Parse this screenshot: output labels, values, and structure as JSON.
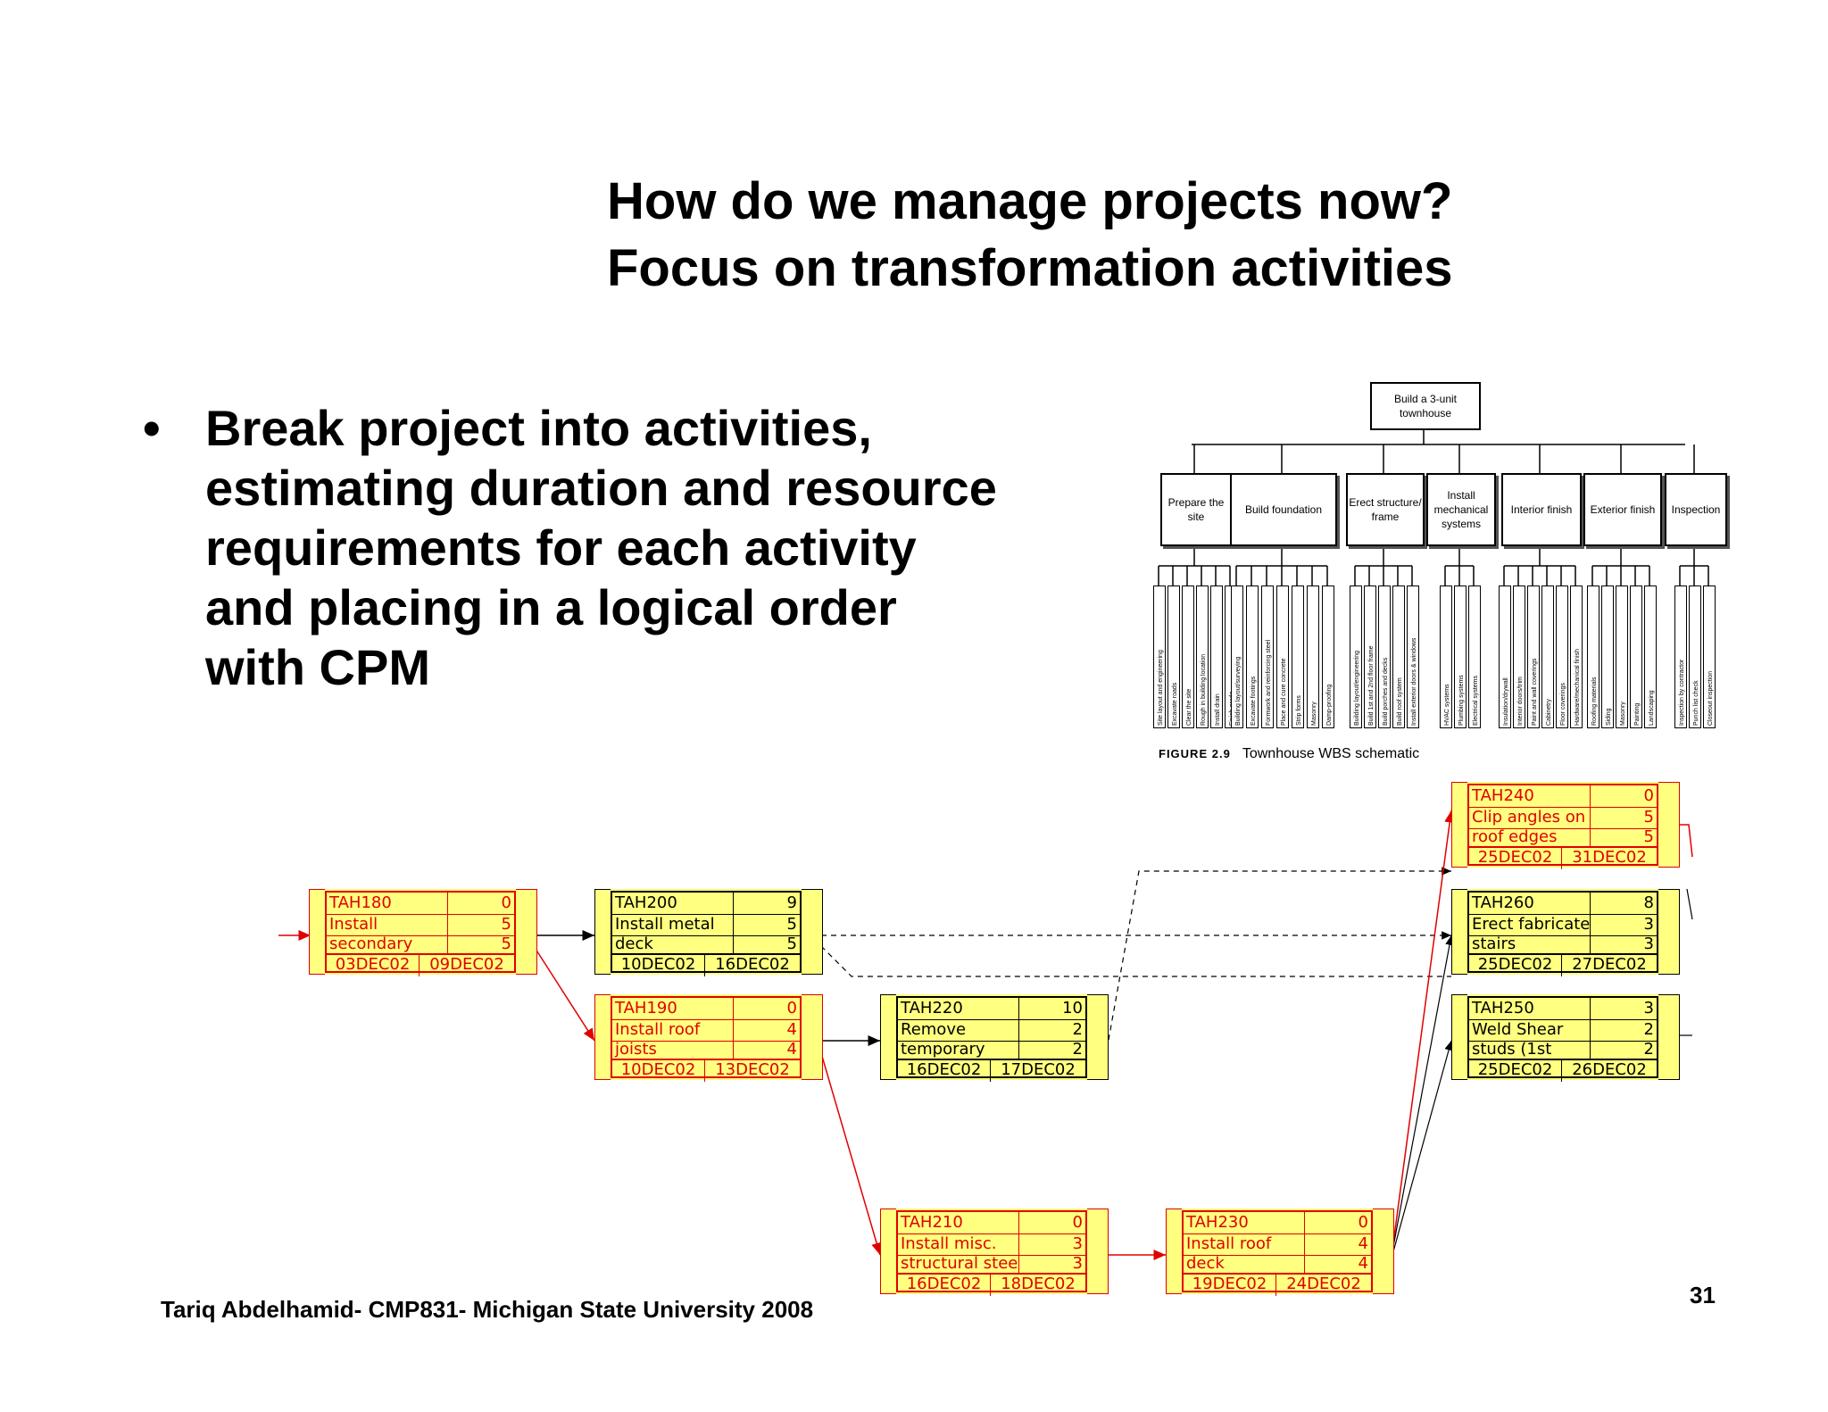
{
  "title": {
    "line1": "How do we manage projects now?",
    "line2": "Focus on transformation activities"
  },
  "bullet": {
    "symbol": "•",
    "lines": [
      "Break project into activities,",
      "estimating duration and resource",
      "requirements for each activity",
      "and placing in a logical order",
      "with CPM"
    ]
  },
  "wbs": {
    "root": "Build a 3-unit townhouse",
    "categories": [
      "Prepare the site",
      "Build foundation",
      "Erect structure/ frame",
      "Install mechanical systems",
      "Interior finish",
      "Exterior finish",
      "Inspection"
    ],
    "tasks": [
      "Site layout and engineering",
      "Excavate roads",
      "Clear the site",
      "Rough in building location",
      "Install drain",
      "Finish grade",
      "Building layout/surveying",
      "Excavate footings",
      "Formwork and reinforcing steel",
      "Place and cure concrete",
      "Strip forms",
      "Masonry",
      "Damp-proofing",
      "Building layout/engineering",
      "Build 1st and 2nd floor frame",
      "Build porches and decks",
      "Build roof system",
      "Install exterior doors & windows",
      "HVAC systems",
      "Plumbing systems",
      "Electrical systems",
      "Insulation/drywall",
      "Interior doors/trim",
      "Paint and wall coverings",
      "Cabinetry",
      "Floor coverings",
      "Hardware/mechanical finish",
      "Roofing materials",
      "Siding",
      "Masonry",
      "Painting",
      "Landscaping",
      "Inspection by contractor",
      "Punch list check",
      "Closeout inspection"
    ],
    "caption_label": "FIGURE 2.9",
    "caption_text": "Townhouse WBS schematic"
  },
  "network": [
    {
      "id": "TAH180",
      "name": "Install",
      "desc2": "secondary",
      "v1": "0",
      "v2": "5",
      "v3": "5",
      "start": "03DEC02",
      "finish": "09DEC02",
      "critical": true
    },
    {
      "id": "TAH200",
      "name": "Install metal",
      "desc2": "deck",
      "v1": "9",
      "v2": "5",
      "v3": "5",
      "start": "10DEC02",
      "finish": "16DEC02",
      "critical": false
    },
    {
      "id": "TAH190",
      "name": "Install roof",
      "desc2": "joists",
      "v1": "0",
      "v2": "4",
      "v3": "4",
      "start": "10DEC02",
      "finish": "13DEC02",
      "critical": true
    },
    {
      "id": "TAH220",
      "name": "Remove",
      "desc2": "temporary",
      "v1": "10",
      "v2": "2",
      "v3": "2",
      "start": "16DEC02",
      "finish": "17DEC02",
      "critical": false
    },
    {
      "id": "TAH210",
      "name": "Install misc.",
      "desc2": "structural steel",
      "v1": "0",
      "v2": "3",
      "v3": "3",
      "start": "16DEC02",
      "finish": "18DEC02",
      "critical": true
    },
    {
      "id": "TAH230",
      "name": "Install roof",
      "desc2": "deck",
      "v1": "0",
      "v2": "4",
      "v3": "4",
      "start": "19DEC02",
      "finish": "24DEC02",
      "critical": true
    },
    {
      "id": "TAH240",
      "name": "Clip angles on",
      "desc2": "roof edges",
      "v1": "0",
      "v2": "5",
      "v3": "5",
      "start": "25DEC02",
      "finish": "31DEC02",
      "critical": true
    },
    {
      "id": "TAH260",
      "name": "Erect fabricate",
      "desc2": "stairs",
      "v1": "8",
      "v2": "3",
      "v3": "3",
      "start": "25DEC02",
      "finish": "27DEC02",
      "critical": false
    },
    {
      "id": "TAH250",
      "name": "Weld Shear",
      "desc2": "studs (1st",
      "v1": "3",
      "v2": "2",
      "v3": "2",
      "start": "25DEC02",
      "finish": "26DEC02",
      "critical": false
    }
  ],
  "colors": {
    "critical": "#e00000",
    "box_fill": "#ffff80",
    "normal": "#000000"
  },
  "footer": "Tariq Abdelhamid- CMP831- Michigan State University 2008",
  "page_number": "31"
}
